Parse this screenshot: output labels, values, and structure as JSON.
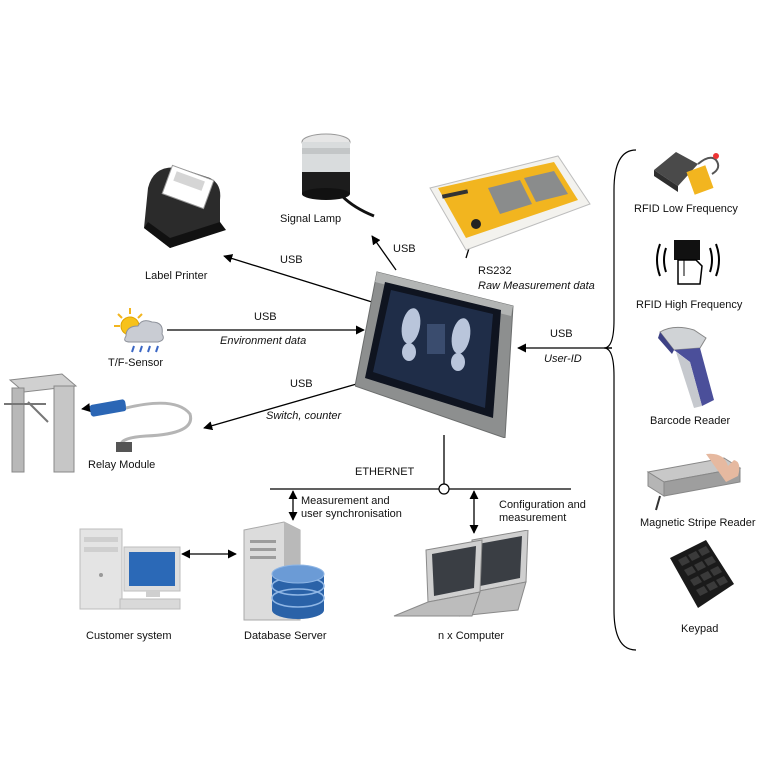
{
  "devices": {
    "label_printer": "Label Printer",
    "signal_lamp": "Signal Lamp",
    "tf_sensor": "T/F-Sensor",
    "relay_module": "Relay Module",
    "customer_system": "Customer system",
    "database_server": "Database Server",
    "computers": "n x Computer",
    "rfid_low": "RFID Low Frequency",
    "rfid_high": "RFID High Frequency",
    "barcode_reader": "Barcode Reader",
    "magnetic_stripe": "Magnetic Stripe Reader",
    "keypad": "Keypad"
  },
  "connections": {
    "usb_printer": "USB",
    "usb_lamp": "USB",
    "rs232": "RS232",
    "raw_data": "Raw Measurement data",
    "usb_sensor": "USB",
    "environment_data": "Environment data",
    "usb_relay": "USB",
    "switch_counter": "Switch, counter",
    "usb_user": "USB",
    "user_id": "User-ID",
    "ethernet": "ETHERNET",
    "measurement_sync_1": "Measurement and",
    "measurement_sync_2": "user synchronisation",
    "config_1": "Configuration and",
    "config_2": "measurement"
  },
  "colors": {
    "yellow_device": "#f2b51f",
    "panel_frame": "#8d8f8f",
    "screen": "#1f2d48",
    "barcode_purple": "#4b4f9a",
    "db_blue": "#2a62a8"
  }
}
